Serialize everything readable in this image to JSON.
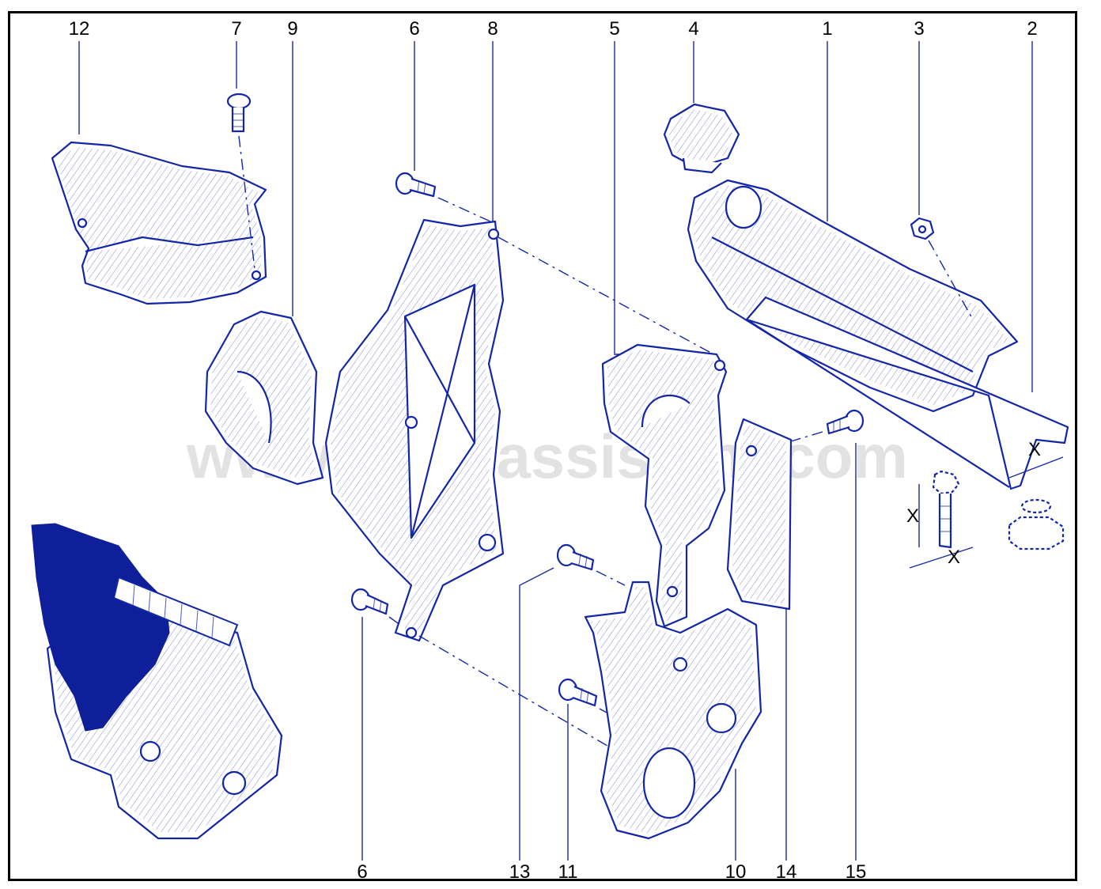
{
  "watermark": "www.partsassistant.com",
  "callouts_top": [
    "12",
    "7",
    "9",
    "6",
    "8",
    "5",
    "4",
    "1",
    "3",
    "2"
  ],
  "callouts_bottom": [
    "6",
    "13",
    "11",
    "10",
    "14",
    "15"
  ],
  "dimension_symbols": [
    "X",
    "X",
    "X"
  ],
  "colors": {
    "line": "#1326a8",
    "highlight": "#0f1f9a",
    "frame": "#000000"
  }
}
